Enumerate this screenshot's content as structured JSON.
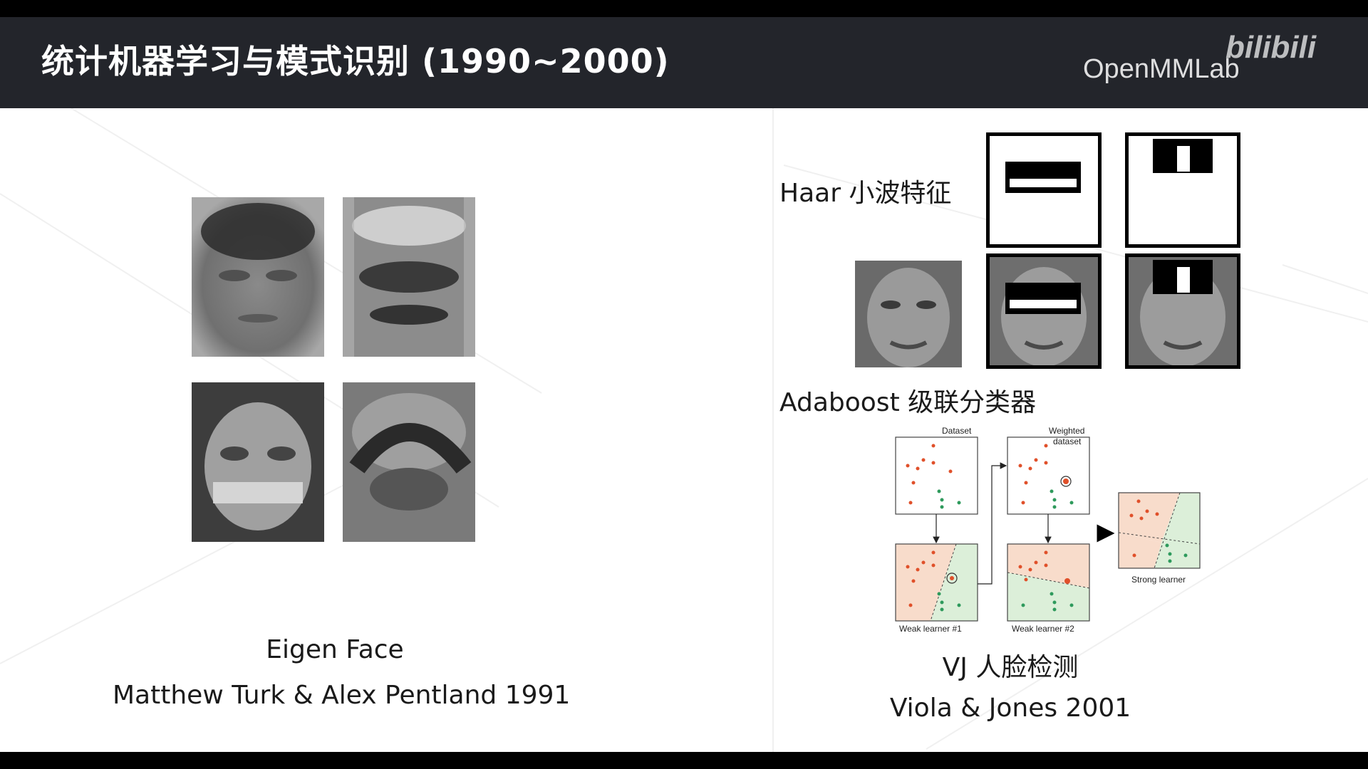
{
  "slide": {
    "title": "统计机器学习与模式识别 (1990~2000)",
    "logo_text": "OpenMMLab",
    "watermark": "bilibili"
  },
  "left": {
    "caption_line1": "Eigen Face",
    "caption_line2": "Matthew Turk & Alex Pentland 1991"
  },
  "right": {
    "haar_label": "Haar 小波特征",
    "adaboost_label": "Adaboost 级联分类器",
    "caption_line1": "VJ 人脸检测",
    "caption_line2": "Viola & Jones 2001",
    "diagram": {
      "dataset": "Dataset",
      "weighted_dataset_line1": "Weighted",
      "weighted_dataset_line2": "dataset",
      "weak1": "Weak learner #1",
      "weak2": "Weak learner #2",
      "strong": "Strong learner"
    }
  },
  "colors": {
    "titlebar": "#23252b",
    "title_text": "#ffffff",
    "red_point": "#e0502a",
    "green_point": "#2e9a5c",
    "region_red": "#f8dccb",
    "region_green": "#dcefd9"
  }
}
